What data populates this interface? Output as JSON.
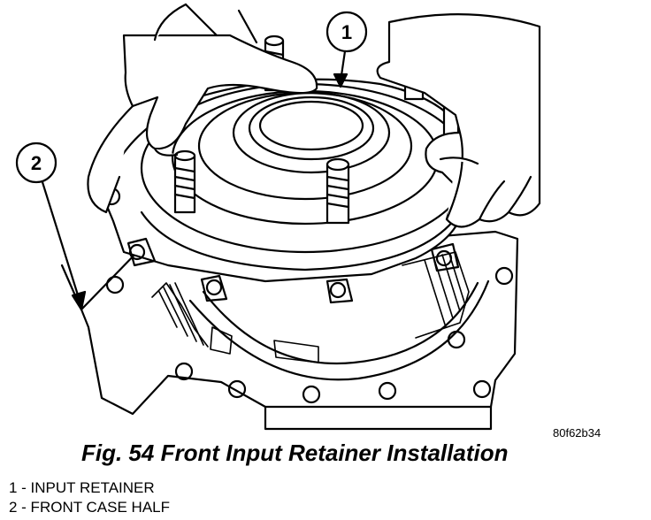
{
  "figure": {
    "code": "80f62b34",
    "caption": "Fig. 54 Front Input Retainer Installation"
  },
  "callouts": [
    {
      "number": "1"
    },
    {
      "number": "2"
    }
  ],
  "legend": [
    "1 - INPUT RETAINER",
    "2 - FRONT CASE HALF"
  ]
}
